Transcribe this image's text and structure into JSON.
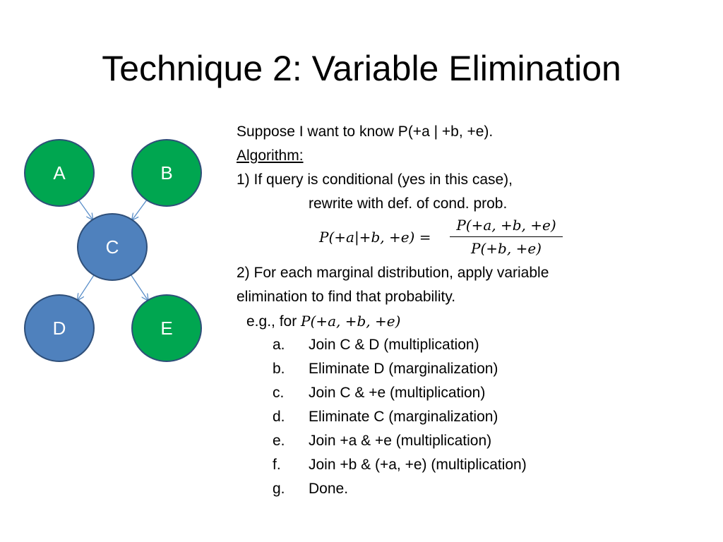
{
  "slide": {
    "title": "Technique 2:  Variable Elimination",
    "graph": {
      "nodes": [
        {
          "id": "A",
          "label": "A",
          "color": "#00A650"
        },
        {
          "id": "B",
          "label": "B",
          "color": "#00A650"
        },
        {
          "id": "C",
          "label": "C",
          "color": "#4F81BD"
        },
        {
          "id": "D",
          "label": "D",
          "color": "#4F81BD"
        },
        {
          "id": "E",
          "label": "E",
          "color": "#00A650"
        }
      ],
      "edges": [
        {
          "from": "A",
          "to": "C"
        },
        {
          "from": "B",
          "to": "C"
        },
        {
          "from": "C",
          "to": "D"
        },
        {
          "from": "C",
          "to": "E"
        }
      ],
      "edge_color": "#5B8FC9",
      "node_border_color": "#2F4F79"
    },
    "content": {
      "intro": "Suppose I want to know P(+a | +b, +e).",
      "algorithm_label": "Algorithm:",
      "step1_line1": "1) If query is conditional (yes in this case),",
      "step1_line2": "rewrite with def. of cond. prob.",
      "equation": {
        "lhs": "P(+a|+b, +e) =",
        "numerator": "P(+a, +b, +e)",
        "denominator": "P(+b, +e)"
      },
      "step2_line1": "2) For each marginal distribution, apply variable",
      "step2_line2": "elimination to find that probability.",
      "eg_prefix": "e.g.,  for",
      "eg_math": "P(+a, +b, +e)",
      "steps": [
        {
          "marker": "a.",
          "text": "Join C & D (multiplication)"
        },
        {
          "marker": "b.",
          "text": "Eliminate D (marginalization)"
        },
        {
          "marker": "c.",
          "text": "Join C & +e (multiplication)"
        },
        {
          "marker": "d.",
          "text": "Eliminate C (marginalization)"
        },
        {
          "marker": "e.",
          "text": "Join +a & +e (multiplication)"
        },
        {
          "marker": "f.",
          "text": "Join +b & (+a, +e) (multiplication)"
        },
        {
          "marker": "g.",
          "text": "Done."
        }
      ]
    }
  }
}
